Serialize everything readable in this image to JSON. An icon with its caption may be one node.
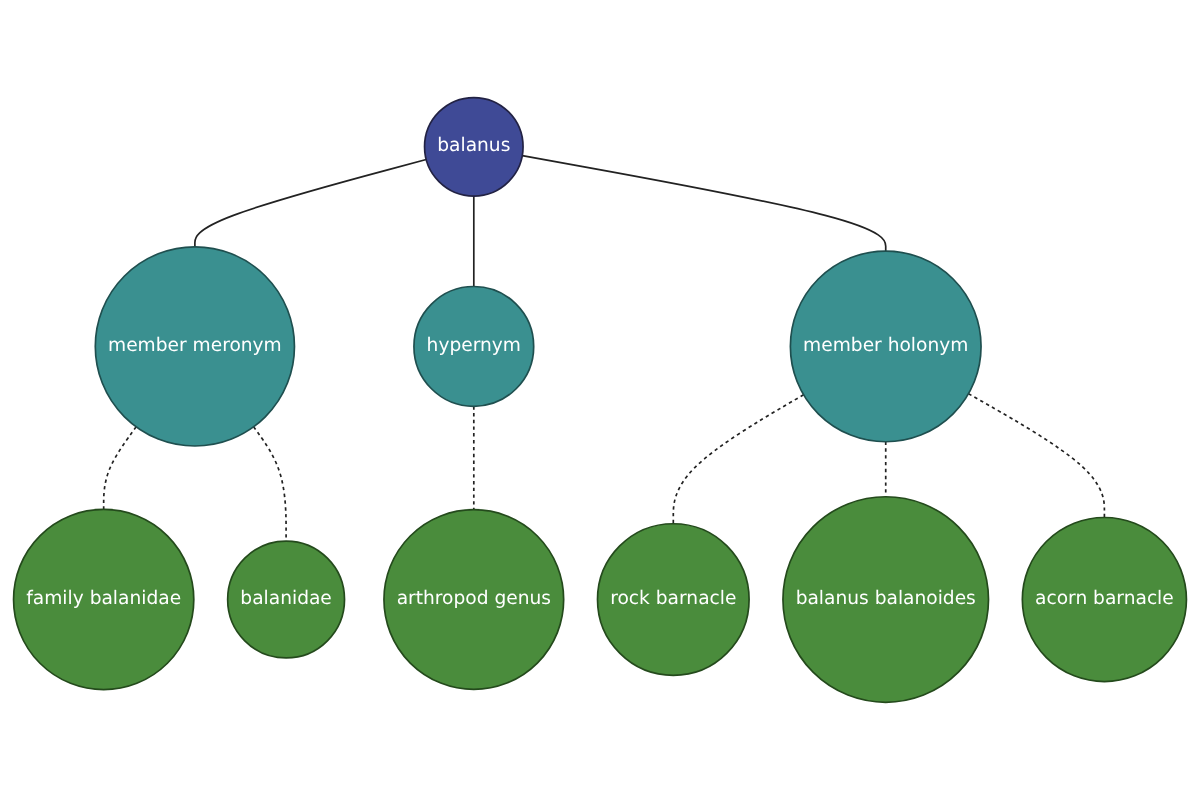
{
  "diagram": {
    "nodes": [
      {
        "text": [
          "family balanidae"
        ]
      },
      {
        "text": [
          "balanidae"
        ]
      },
      {
        "text": [
          "member meronym"
        ]
      },
      {
        "text": [
          "balanus"
        ]
      },
      {
        "text": [
          "hypernym"
        ]
      },
      {
        "text": [
          "member holonym"
        ]
      },
      {
        "text": [
          "rock barnacle"
        ]
      },
      {
        "text": [
          "arthropod genus"
        ]
      },
      {
        "text": [
          "acorn barnacle"
        ]
      },
      {
        "text": [
          "balanus balanoides"
        ]
      }
    ],
    "edges": [
      {
        "from": 3,
        "to": 2,
        "arrow": "none"
      },
      {
        "from": 2,
        "to": 0,
        "arrow": "none",
        "style": "dashed"
      },
      {
        "from": 2,
        "to": 1,
        "arrow": "none",
        "style": "dashed"
      },
      {
        "from": 3,
        "to": 4,
        "arrow": "none"
      },
      {
        "from": 4,
        "to": 7,
        "arrow": "none",
        "style": "dashed"
      },
      {
        "from": 3,
        "to": 5,
        "arrow": "none"
      },
      {
        "from": 5,
        "to": 6,
        "arrow": "none",
        "style": "dashed"
      },
      {
        "from": 5,
        "to": 9,
        "arrow": "none",
        "style": "dashed"
      },
      {
        "from": 5,
        "to": 8,
        "arrow": "none",
        "style": "dashed"
      }
    ]
  }
}
